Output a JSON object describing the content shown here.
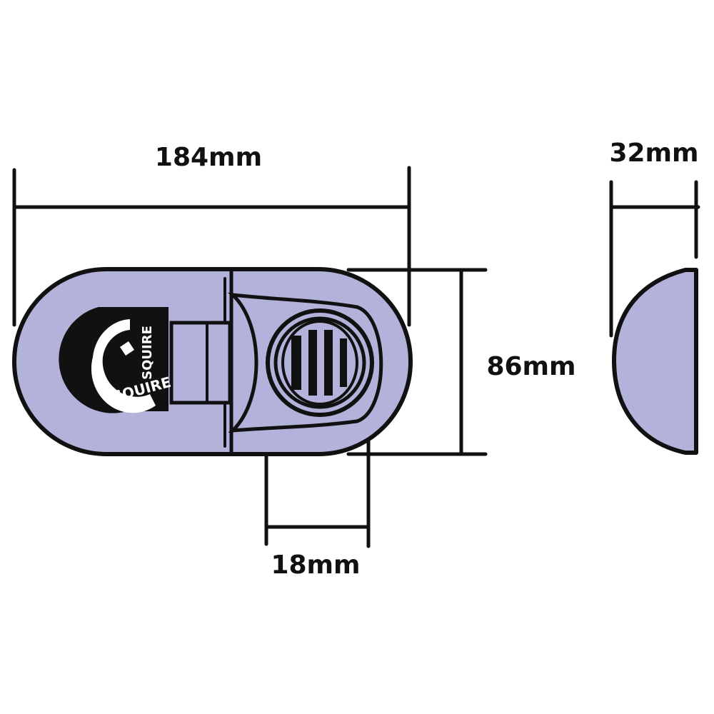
{
  "dimensions": {
    "width": "184mm",
    "height": "86mm",
    "depth": "32mm",
    "cylinder": "18mm"
  },
  "logo": {
    "brand": "SQUIRE"
  },
  "colors": {
    "body_fill": "#b2b2da",
    "outline": "#111111",
    "logo_bg": "#111111",
    "logo_fg": "#ffffff"
  }
}
